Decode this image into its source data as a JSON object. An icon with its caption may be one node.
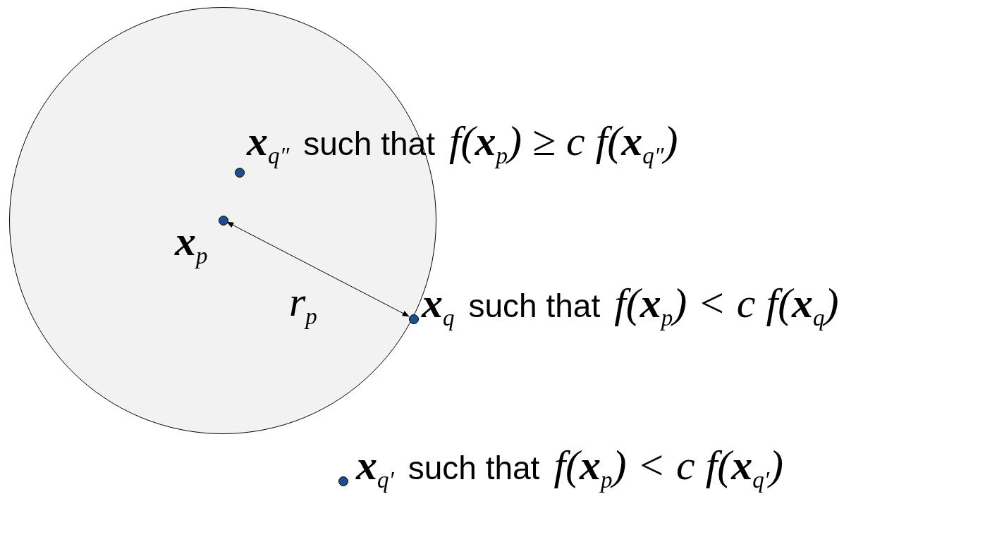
{
  "diagram": {
    "nodes": [
      {
        "text": [],
        "shape": "circle"
      },
      {
        "text": [],
        "shape": "circle",
        "in": 0,
        "beside": [
          "**x**$_{p}$"
        ]
      },
      {
        "text": [],
        "shape": "circle",
        "in": 0,
        "beside": [
          "**x**$_{q}$",
          "such that",
          "*f*(**x**$_{p}$) < *c f*(**x**$_{q}$)"
        ]
      },
      {
        "text": [],
        "shape": "circle",
        "in": 0,
        "beside": [
          "**x**$_{q″}$",
          "such that",
          "*f*(**x**$_{p}$) ≥ *c f*(**x**$_{q″}$)"
        ]
      },
      {
        "text": [],
        "shape": "circle",
        "beside": [
          "**x**$_{q′}$",
          "such that",
          "*f*(**x**$_{p}$) < *c f*(**x**$_{q′}$)"
        ]
      }
    ],
    "edges": [
      {
        "from": 1,
        "to": 2,
        "arrow": "both",
        "label": "*r*$_{p}$"
      }
    ]
  }
}
